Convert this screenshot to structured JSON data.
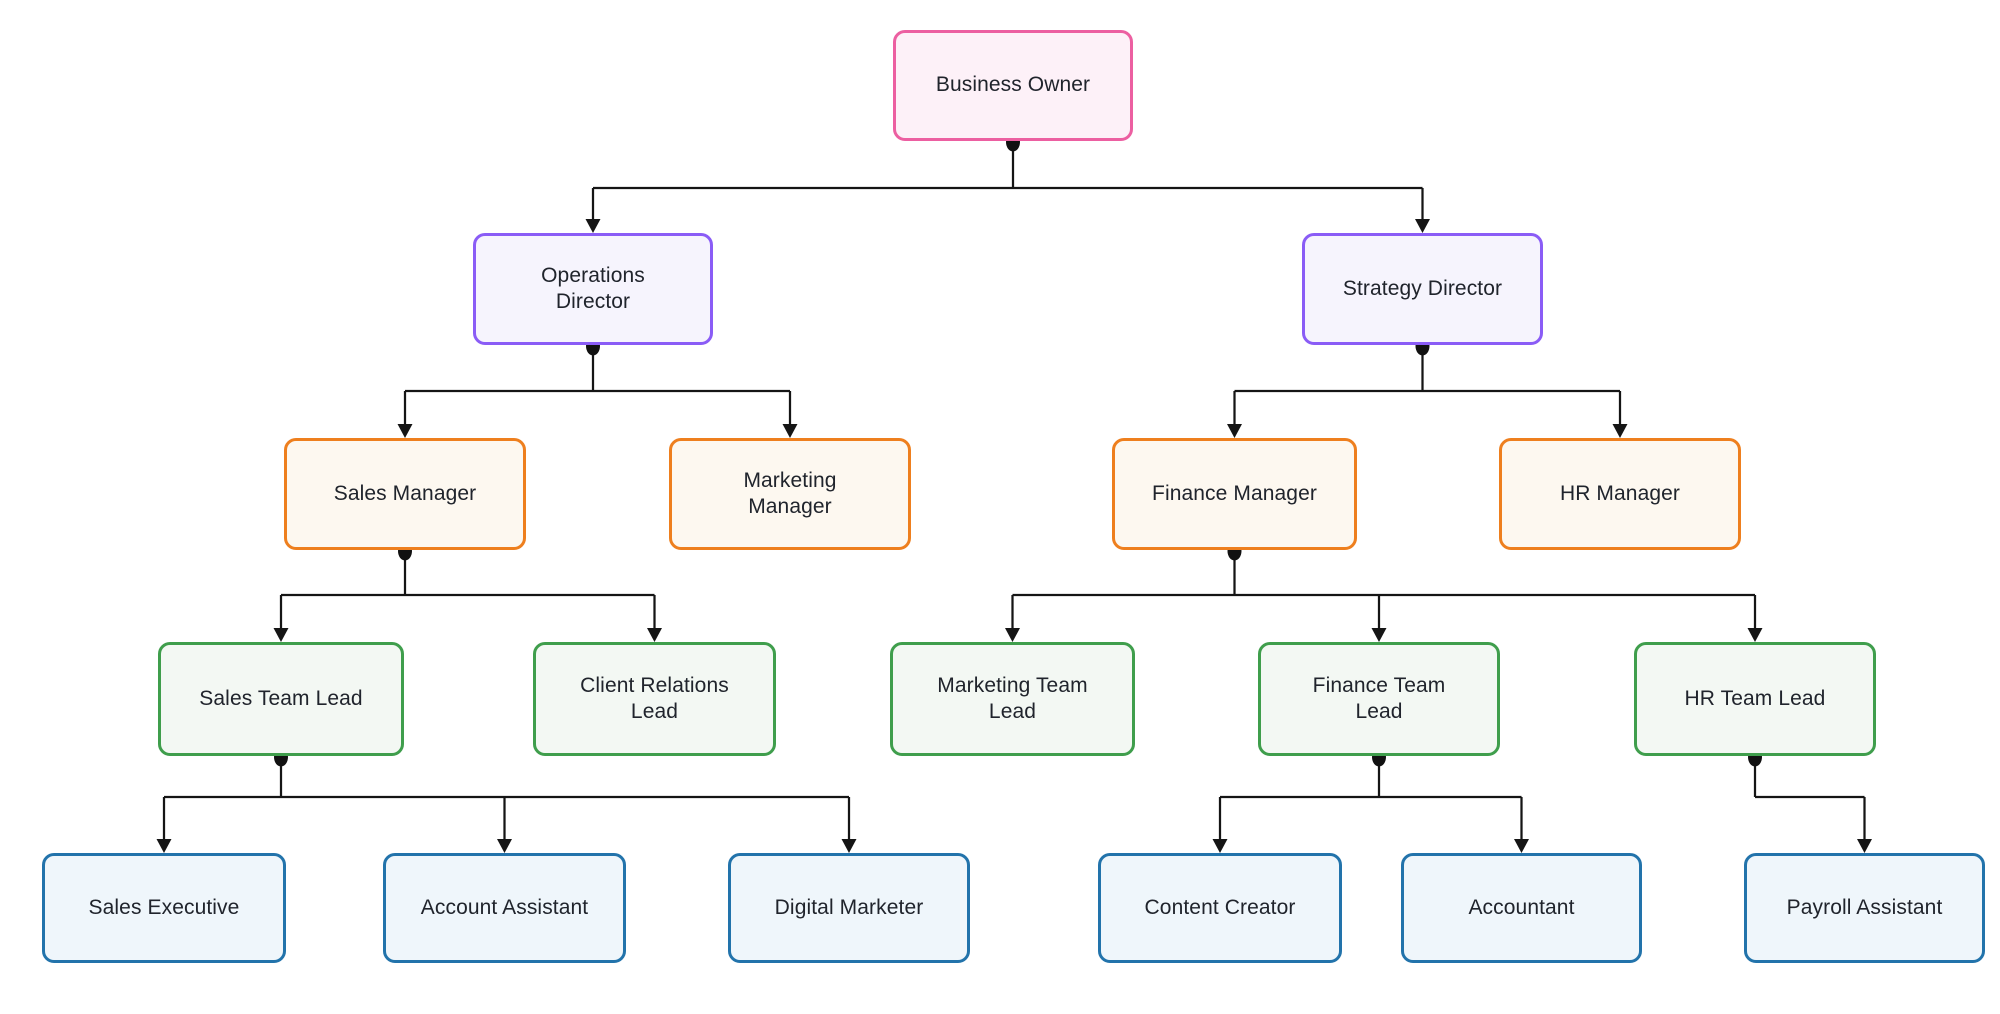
{
  "diagram": {
    "background": "#ffffff",
    "connector_color": "#151515",
    "nodes": [
      {
        "id": "business-owner",
        "label": "Business Owner",
        "level": 1,
        "color": "pink"
      },
      {
        "id": "operations-director",
        "label": "Operations\nDirector",
        "level": 2,
        "color": "purple"
      },
      {
        "id": "strategy-director",
        "label": "Strategy Director",
        "level": 2,
        "color": "purple"
      },
      {
        "id": "sales-manager",
        "label": "Sales Manager",
        "level": 3,
        "color": "orange"
      },
      {
        "id": "marketing-manager",
        "label": "Marketing\nManager",
        "level": 3,
        "color": "orange"
      },
      {
        "id": "finance-manager",
        "label": "Finance Manager",
        "level": 3,
        "color": "orange"
      },
      {
        "id": "hr-manager",
        "label": "HR Manager",
        "level": 3,
        "color": "orange"
      },
      {
        "id": "sales-team-lead",
        "label": "Sales Team Lead",
        "level": 4,
        "color": "green"
      },
      {
        "id": "client-relations-lead",
        "label": "Client Relations\nLead",
        "level": 4,
        "color": "green"
      },
      {
        "id": "marketing-team-lead",
        "label": "Marketing Team\nLead",
        "level": 4,
        "color": "green"
      },
      {
        "id": "finance-team-lead",
        "label": "Finance Team\nLead",
        "level": 4,
        "color": "green"
      },
      {
        "id": "hr-team-lead",
        "label": "HR Team Lead",
        "level": 4,
        "color": "green"
      },
      {
        "id": "sales-executive",
        "label": "Sales Executive",
        "level": 5,
        "color": "blue"
      },
      {
        "id": "account-assistant",
        "label": "Account Assistant",
        "level": 5,
        "color": "blue"
      },
      {
        "id": "digital-marketer",
        "label": "Digital Marketer",
        "level": 5,
        "color": "blue"
      },
      {
        "id": "content-creator",
        "label": "Content Creator",
        "level": 5,
        "color": "blue"
      },
      {
        "id": "accountant",
        "label": "Accountant",
        "level": 5,
        "color": "blue"
      },
      {
        "id": "payroll-assistant",
        "label": "Payroll Assistant",
        "level": 5,
        "color": "blue"
      }
    ],
    "edges": [
      {
        "from": "business-owner",
        "to": "operations-director"
      },
      {
        "from": "business-owner",
        "to": "strategy-director"
      },
      {
        "from": "operations-director",
        "to": "sales-manager"
      },
      {
        "from": "operations-director",
        "to": "marketing-manager"
      },
      {
        "from": "strategy-director",
        "to": "finance-manager"
      },
      {
        "from": "strategy-director",
        "to": "hr-manager"
      },
      {
        "from": "sales-manager",
        "to": "sales-team-lead"
      },
      {
        "from": "sales-manager",
        "to": "client-relations-lead"
      },
      {
        "from": "finance-manager",
        "to": "marketing-team-lead"
      },
      {
        "from": "finance-manager",
        "to": "finance-team-lead"
      },
      {
        "from": "finance-manager",
        "to": "hr-team-lead"
      },
      {
        "from": "sales-team-lead",
        "to": "sales-executive"
      },
      {
        "from": "sales-team-lead",
        "to": "account-assistant"
      },
      {
        "from": "sales-team-lead",
        "to": "digital-marketer"
      },
      {
        "from": "finance-team-lead",
        "to": "content-creator"
      },
      {
        "from": "finance-team-lead",
        "to": "accountant"
      },
      {
        "from": "hr-team-lead",
        "to": "payroll-assistant"
      }
    ],
    "palette": {
      "pink": {
        "border": "#ec5fa1",
        "fill": "#fdf1f8"
      },
      "purple": {
        "border": "#8a5cf6",
        "fill": "#f6f4fd"
      },
      "orange": {
        "border": "#ee7f1e",
        "fill": "#fdf8f0"
      },
      "green": {
        "border": "#3f9e4c",
        "fill": "#f3f8f3"
      },
      "blue": {
        "border": "#2273ab",
        "fill": "#eff6fb"
      }
    }
  }
}
